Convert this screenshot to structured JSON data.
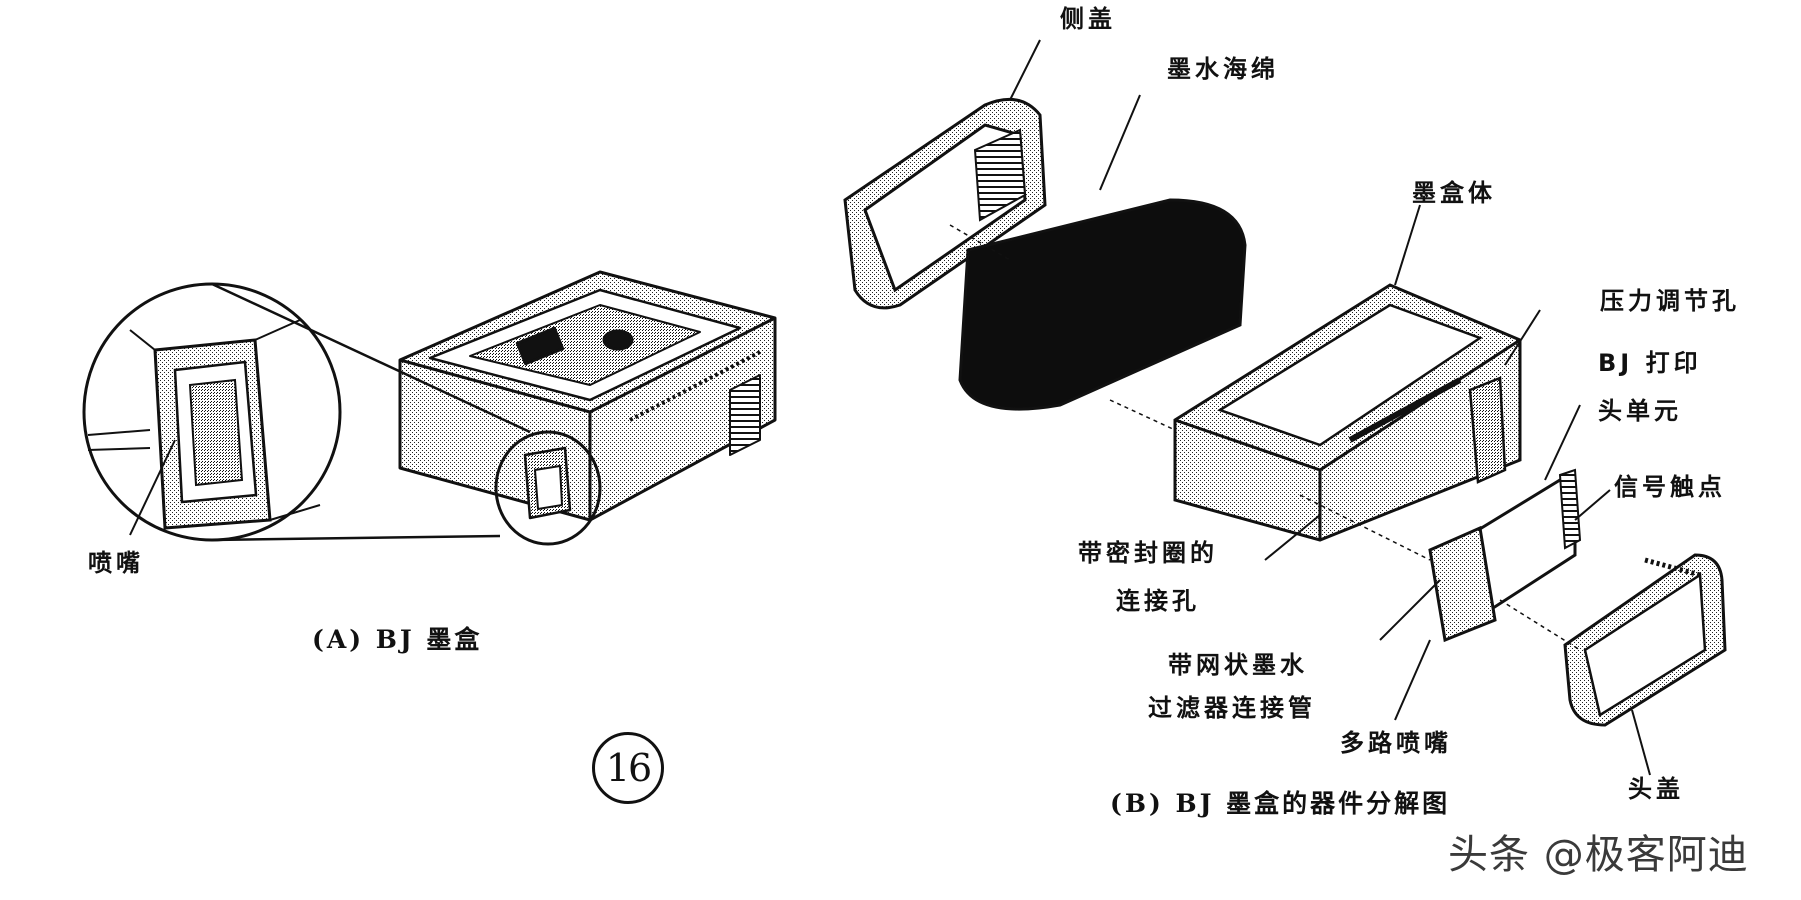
{
  "figure_number": "16",
  "panel_a": {
    "caption": "(A) BJ 墨盒",
    "labels": {
      "nozzle": "喷嘴"
    }
  },
  "panel_b": {
    "caption": "(B) BJ 墨盒的器件分解图",
    "labels": {
      "side_cover": "侧盖",
      "ink_sponge": "墨水海绵",
      "cartridge_body": "墨盒体",
      "pressure_vent": "压力调节孔",
      "print_head_line1": "BJ 打印",
      "print_head_line2": "头单元",
      "signal_contacts": "信号触点",
      "sealed_port_line1": "带密封圈的",
      "sealed_port_line2": "连接孔",
      "filter_pipe_line1": "带网状墨水",
      "filter_pipe_line2": "过滤器连接管",
      "multi_nozzle": "多路喷嘴",
      "head_cover": "头盖"
    }
  },
  "watermark": "头条 @极客阿迪"
}
